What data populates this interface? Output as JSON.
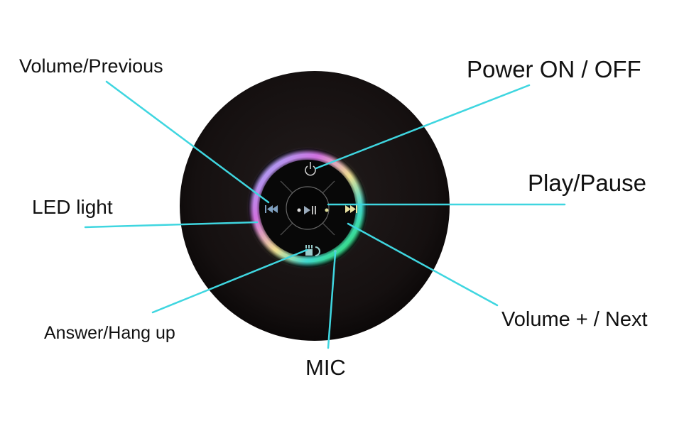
{
  "labels": {
    "volume_previous": "Volume/Previous",
    "power": "Power ON / OFF",
    "play_pause": "Play/Pause",
    "led_light": "LED light",
    "volume_next": "Volume + / Next",
    "answer_hangup": "Answer/Hang up",
    "mic": "MIC"
  },
  "colors": {
    "leader_line": "#3fd6e0",
    "speaker_body": "#141010",
    "label_text": "#111111"
  }
}
